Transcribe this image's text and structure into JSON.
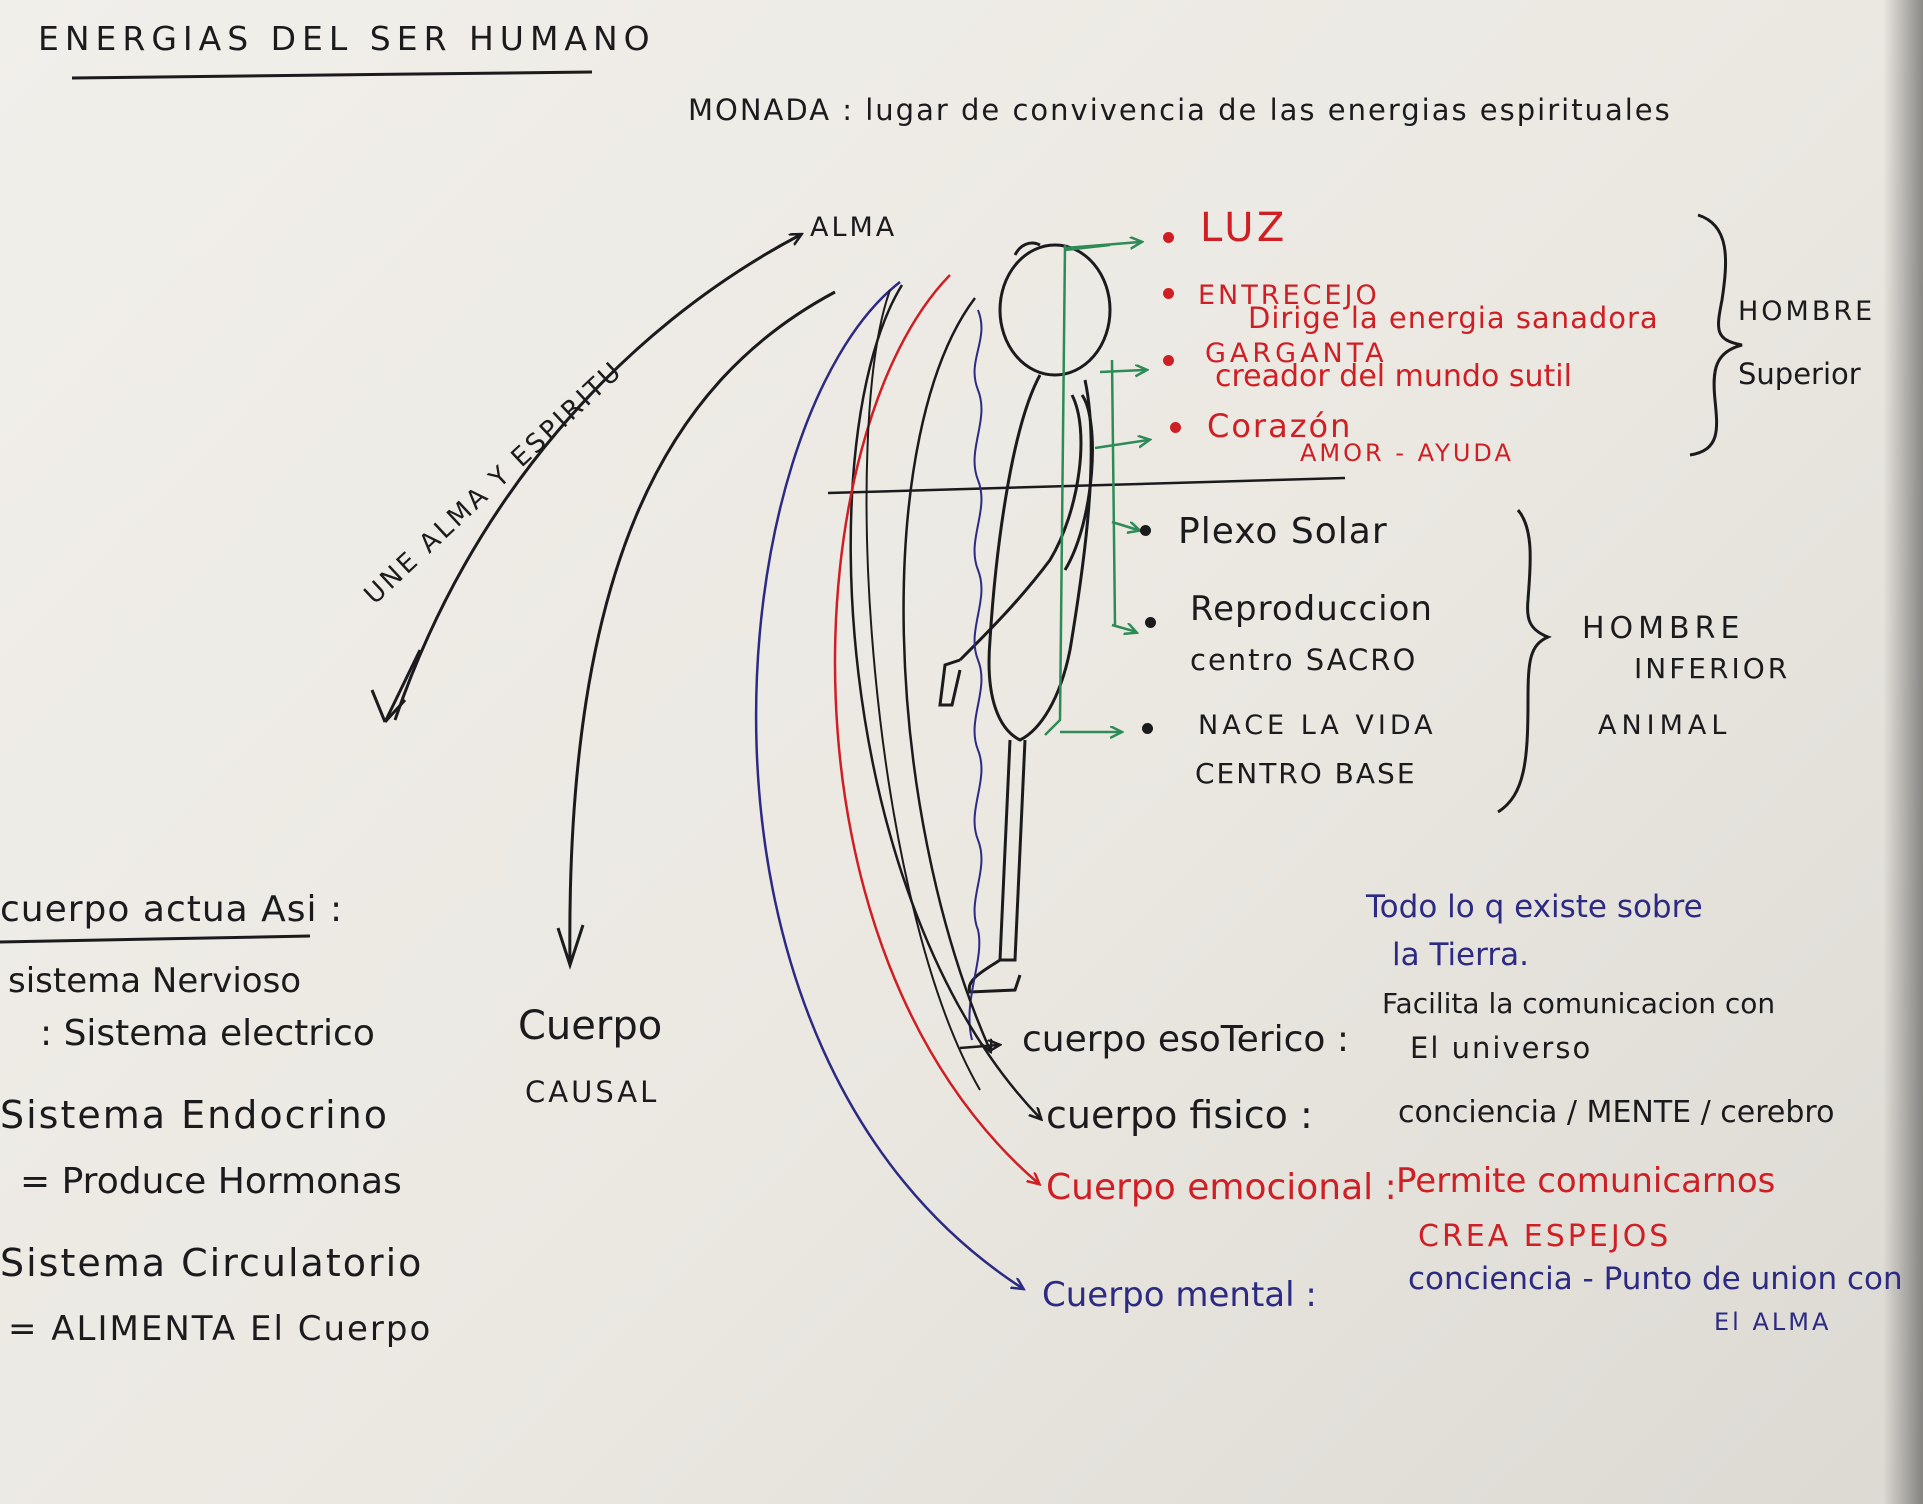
{
  "title": "ENERGIAS DEL SER HUMANO",
  "monada": "MONADA : lugar de convivencia de las energias espirituales",
  "alma_label": "ALMA",
  "une_label": "UNE ALMA Y ESPIRITU",
  "upper_centers": [
    {
      "label": "LUZ",
      "desc": ""
    },
    {
      "label": "ENTRECEJO",
      "desc": "Dirige la energia sanadora"
    },
    {
      "label": "GARGANTA",
      "desc": "creador del mundo sutil"
    },
    {
      "label": "Corazón",
      "desc": "AMOR - AYUDA"
    }
  ],
  "upper_group": [
    "HOMBRE",
    "Superior"
  ],
  "lower_centers": [
    {
      "label": "Plexo Solar",
      "desc": ""
    },
    {
      "label": "Reproduccion",
      "desc": "centro SACRO"
    },
    {
      "label": "NACE LA VIDA",
      "desc": "CENTRO BASE"
    }
  ],
  "lower_group": [
    "HOMBRE",
    "INFERIOR",
    "ANIMAL"
  ],
  "todo_note": [
    "Todo lo q existe sobre",
    "la Tierra."
  ],
  "bodies": [
    {
      "name": "cuerpo esoTerico :",
      "desc": "Facilita la comunicacion con",
      "desc2": "El universo"
    },
    {
      "name": "cuerpo fisico :",
      "desc": "conciencia / MENTE / cerebro",
      "desc2": ""
    },
    {
      "name": "Cuerpo emocional :",
      "desc": "Permite comunicarnos",
      "desc2": "CREA ESPEJOS"
    },
    {
      "name": "Cuerpo mental :",
      "desc": "conciencia - Punto de union con",
      "desc2": "El ALMA"
    }
  ],
  "causal": [
    "Cuerpo",
    "CAUSAL"
  ],
  "left_title": "cuerpo actua Asi :",
  "left_items": [
    {
      "line1": "sistema Nervioso",
      "line2": ": Sistema electrico"
    },
    {
      "line1": "Sistema Endocrino",
      "line2": "= Produce Hormonas"
    },
    {
      "line1": "Sistema Circulatorio",
      "line2": "= ALIMENTA El Cuerpo"
    }
  ],
  "colors": {
    "ink_black": "#1b1b1d",
    "ink_red": "#cf1f24",
    "ink_blue": "#2c2a82",
    "ink_green": "#2e8b57",
    "paper": "#efede8"
  }
}
